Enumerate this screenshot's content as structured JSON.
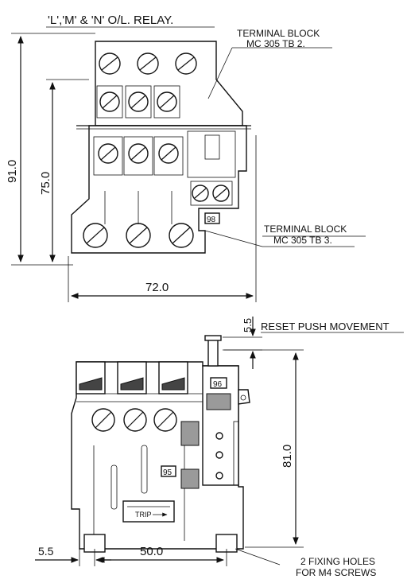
{
  "title": "'L','M' & 'N' O/L. RELAY.",
  "top_view": {
    "terminal_block_upper": {
      "line1": "TERMINAL BLOCK",
      "line2": "MC 305 TB 2."
    },
    "terminal_block_lower": {
      "line1": "TERMINAL BLOCK",
      "line2": "MC 305 TB 3."
    },
    "dim_overall_height": "91.0",
    "dim_height": "75.0",
    "dim_width": "72.0",
    "terminal_98": "98"
  },
  "side_view": {
    "dim_reset_travel": "5.5",
    "reset_label": "RESET PUSH MOVEMENT",
    "dim_height": "81.0",
    "terminal_96": "96",
    "terminal_95": "95",
    "trip_label": "TRIP",
    "dim_left_offset": "5.5",
    "dim_hole_spacing": "50.0",
    "fixing_holes": {
      "line1": "2 FIXING HOLES",
      "line2": "FOR M4 SCREWS"
    }
  }
}
